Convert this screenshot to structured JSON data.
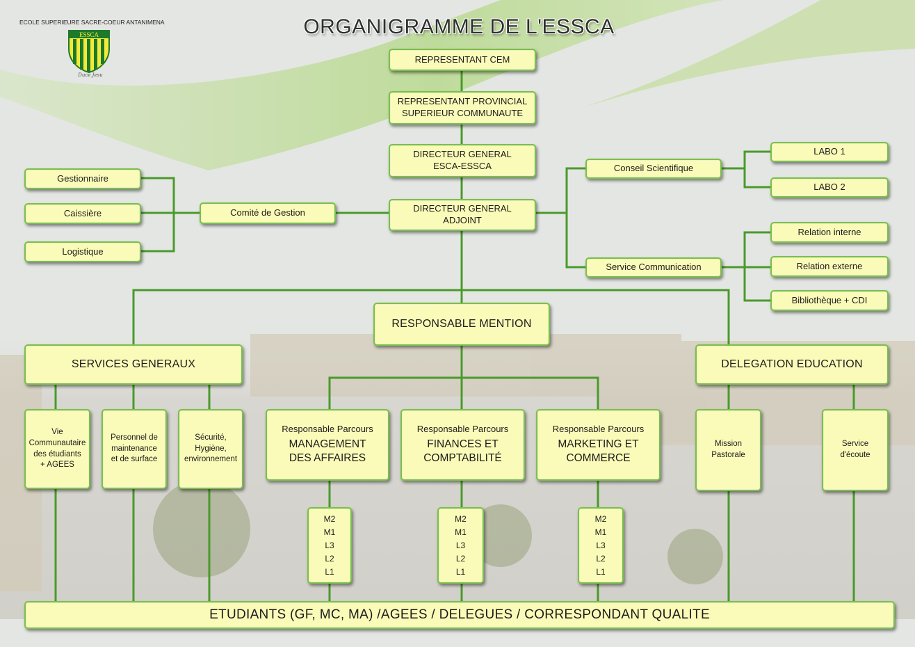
{
  "header": {
    "school_name": "ECOLE SUPERIEURE SACRE-COEUR ANTANIMENA",
    "logo_text": "ESSCA",
    "motto": "Duce Jesu",
    "title": "ORGANIGRAMME DE L'ESSCA"
  },
  "nodes": {
    "cem": "REPRESENTANT CEM",
    "provincial": "REPRESENTANT PROVINCIAL\nSUPERIEUR COMMUNAUTE",
    "dg": "DIRECTEUR GENERAL\nESCA-ESSCA",
    "dga": "DIRECTEUR GENERAL\nADJOINT",
    "gestionnaire": "Gestionnaire",
    "caissiere": "Caissière",
    "logistique": "Logistique",
    "comite": "Comité de Gestion",
    "conseil": "Conseil Scientifique",
    "labo1": "LABO 1",
    "labo2": "LABO 2",
    "communication": "Service Communication",
    "relation_interne": "Relation interne",
    "relation_externe": "Relation externe",
    "bibliotheque": "Bibliothèque + CDI",
    "mention": "RESPONSABLE MENTION",
    "services_generaux": "SERVICES GENERAUX",
    "delegation": "DELEGATION EDUCATION",
    "vie": "Vie\nCommunautaire\ndes étudiants\n+ AGEES",
    "personnel": "Personnel de\nmaintenance\net de surface",
    "securite": "Sécurité,\nHygiène,\nenvironnement",
    "mission": "Mission\nPastorale",
    "ecoute": "Service\nd'écoute",
    "parcours_label": "Responsable Parcours",
    "management": "MANAGEMENT\nDES AFFAIRES",
    "finances": "FINANCES ET\nCOMPTABILITÉ",
    "marketing": "MARKETING ET\nCOMMERCE",
    "etudiants": "ETUDIANTS (GF, MC, MA) /AGEES / DELEGUES / CORRESPONDANT QUALITE"
  },
  "levels": [
    "M2",
    "M1",
    "L3",
    "L2",
    "L1"
  ],
  "colors": {
    "box_fill": "#fbfbb9",
    "box_border": "#7cbf49",
    "connector": "#4a9a2c",
    "background": "#e4e6e3",
    "accent_green": "#a9cf7c"
  }
}
